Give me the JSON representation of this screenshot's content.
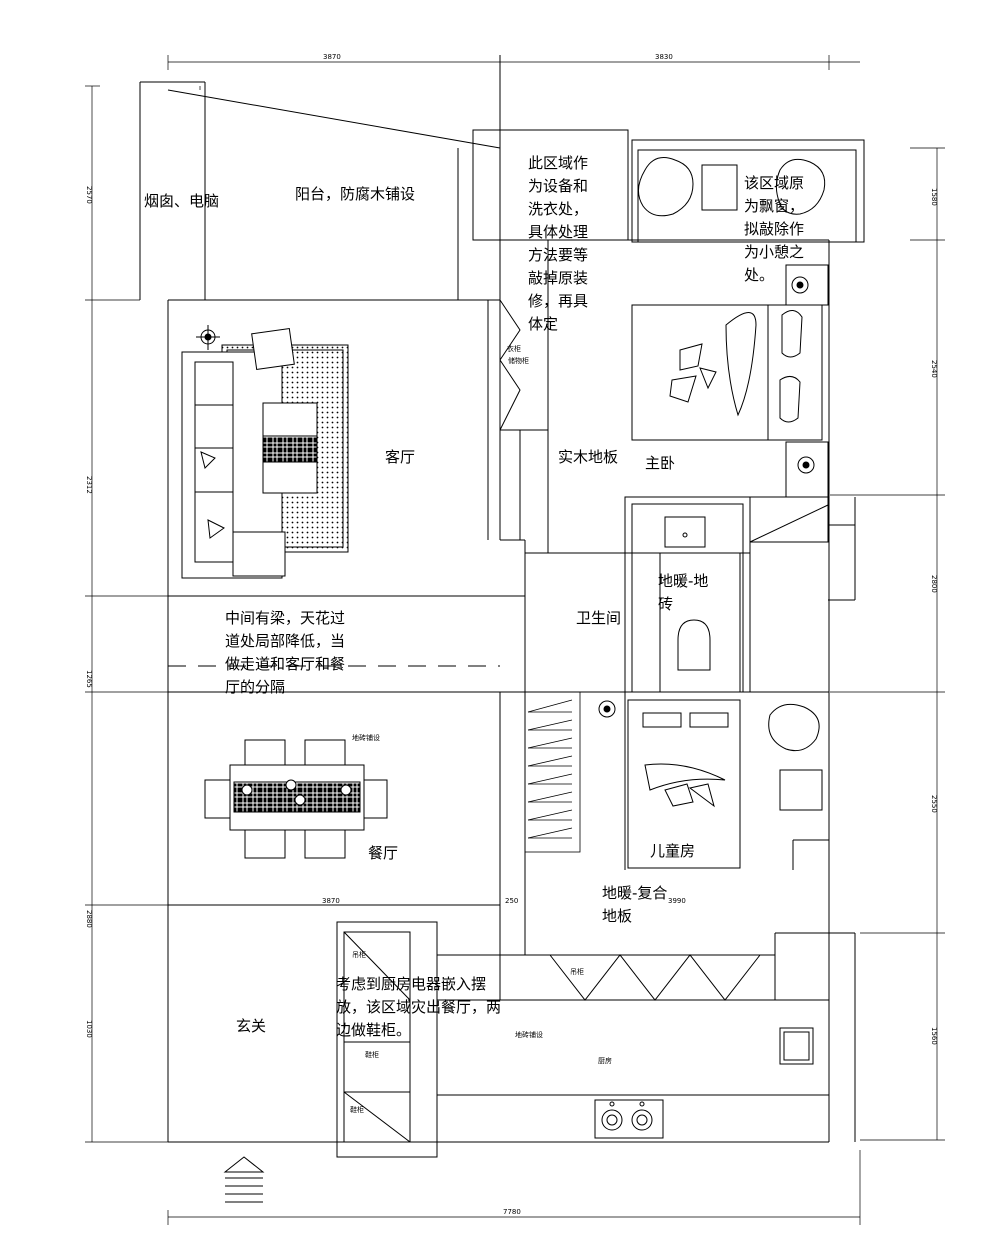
{
  "labels": {
    "laundry_note": "此区域作\n为设备和\n洗衣处，\n具体处理\n方法要等\n敲掉原装\n修，再具\n体定",
    "balcony": "阳台，防腐木铺设",
    "pipe": "烟囱、电脑",
    "bay_window_note": "该区域原\n为飘窗，\n拟敲除作\n为小憩之\n处。",
    "living_room": "客厅",
    "wood_floor": "实木地板",
    "master_bedroom": "主卧",
    "bathroom_floor": "地暖-地\n砖",
    "bathroom": "卫生间",
    "beam_note": "中间有梁，天花过\n道处局部降低，当\n做走道和客厅和餐\n厅的分隔",
    "dining_room": "餐厅",
    "kids_room": "儿童房",
    "kids_floor": "地暖-复合\n地板",
    "kitchen_note": "考虑到厨房电器嵌入摆\n放，该区域灾出餐厅，两\n边做鞋柜。",
    "entrance": "玄关"
  },
  "small_labels": {
    "wardrobe": "衣柜",
    "corridor": "地砖铺设",
    "kitchen_floor": "地砖铺设",
    "kitchen": "厨房",
    "cabinet_top": "吊柜",
    "cabinet_mid": "鞋柜",
    "cabinet_low": "鞋柜",
    "wall_cabinet": "吊柜",
    "storage": "储物柜"
  },
  "dimensions": {
    "top_left": "3870",
    "top_right": "3830",
    "bottom": "7780",
    "mid_left": "3870",
    "mid_center": "250",
    "mid_right": "3990",
    "right_1": "1580",
    "right_2": "2540",
    "right_3": "2800",
    "right_4": "2550",
    "right_5": "1560",
    "left_1": "2570",
    "left_2": "2312",
    "left_3": "1265",
    "left_4": "2880",
    "left_5": "1030"
  }
}
